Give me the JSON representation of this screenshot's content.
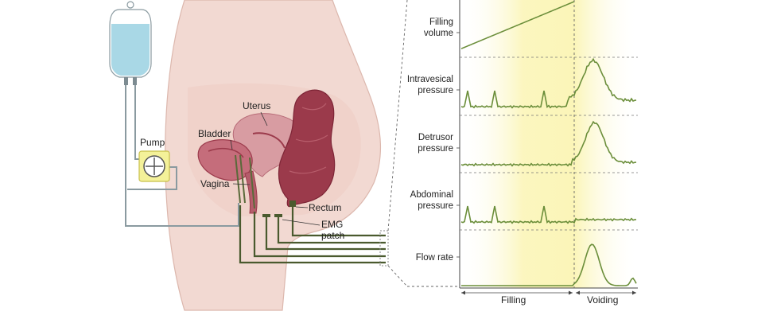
{
  "colors": {
    "skin": "#f2d9d2",
    "skin_stroke": "#d9b2a8",
    "organ_dark": "#9b3a4b",
    "organ_light": "#c56d7b",
    "trace": "#6b8e3a",
    "tube": "#4a5a2e",
    "pump_fill": "#f4f199",
    "glow": "#fbf7c3",
    "bag": "#a9d8e6"
  },
  "anatomy": {
    "pump": "Pump",
    "uterus": "Uterus",
    "bladder": "Bladder",
    "vagina": "Vagina",
    "rectum": "Rectum",
    "emg_line1": "EMG",
    "emg_line2": "patch"
  },
  "chart_data": {
    "type": "line",
    "x_phases": [
      "Filling",
      "Voiding"
    ],
    "series": [
      {
        "name_lines": [
          "Filling",
          "volume"
        ],
        "shape": "linear rise during filling phase"
      },
      {
        "name_lines": [
          "Intravesical",
          "pressure"
        ],
        "shape": "low baseline with cough spikes, large peak at voiding"
      },
      {
        "name_lines": [
          "Detrusor",
          "pressure"
        ],
        "shape": "low baseline, large peak at voiding"
      },
      {
        "name_lines": [
          "Abdominal",
          "pressure"
        ],
        "shape": "low baseline with cough spikes, flat during voiding"
      },
      {
        "name_lines": [
          "Flow rate"
        ],
        "shape": "zero during filling, bell-shaped curve at voiding"
      }
    ]
  }
}
